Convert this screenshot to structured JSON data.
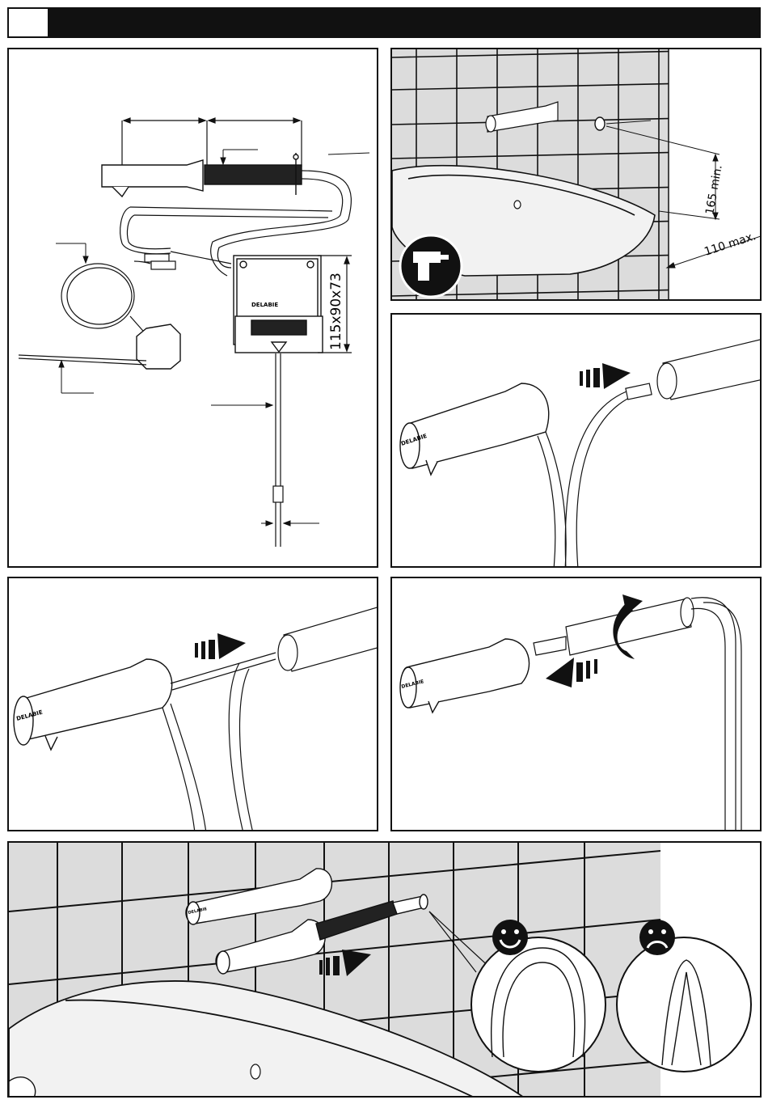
{
  "brand": {
    "logo_text": "DELABIE"
  },
  "panel_module": {
    "dimensions": "115x90x73"
  },
  "panel_wall": {
    "height_label": "165 min.",
    "depth_label": "110 max."
  },
  "colors": {
    "ink": "#111111",
    "tile_bg": "#dcdcdc",
    "tile_line": "#111111",
    "basin": "#f2f2f2"
  },
  "icons": {
    "drill": "drill-icon",
    "good": "smiley-happy-icon",
    "bad": "smiley-sad-icon",
    "arrow": "striped-arrow-icon",
    "rotate": "rotate-arrow-icon"
  }
}
